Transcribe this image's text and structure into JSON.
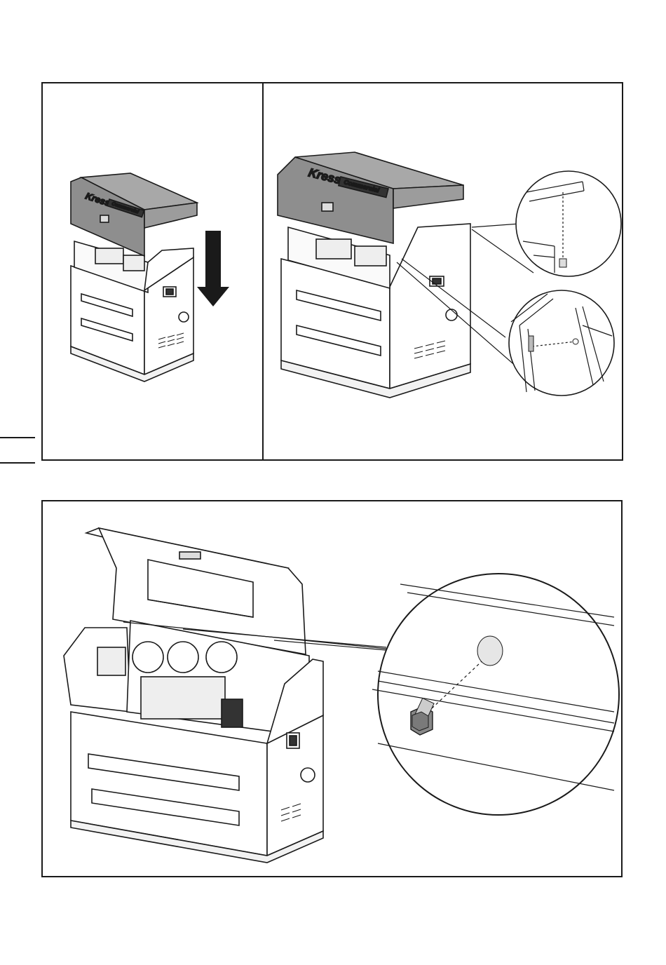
{
  "figures": {
    "top_left": {
      "brand_logo": "Kress",
      "brand_badge": "Commercial"
    },
    "top_right": {
      "brand_logo": "Kress",
      "brand_badge": "Commercial"
    }
  }
}
